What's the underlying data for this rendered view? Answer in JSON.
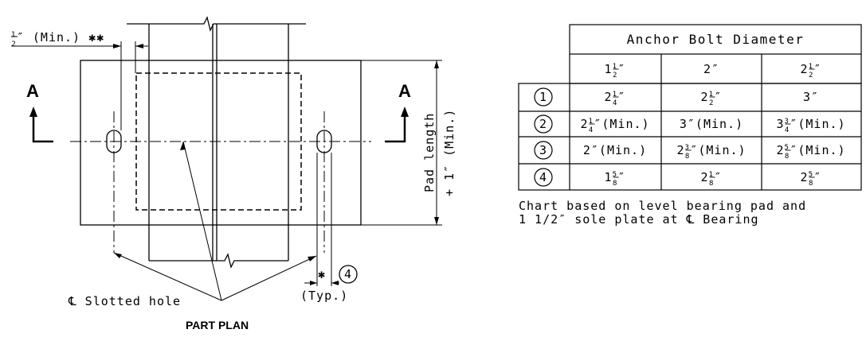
{
  "plan": {
    "title": "PART PLAN",
    "section_left": "A",
    "section_right": "A",
    "min_clearance": {
      "num": "1",
      "den": "2",
      "rest": "″ (Min.) ✱✱"
    },
    "pad_length_line1": "Pad length",
    "pad_length_line2": "+ 1″ (Min.)",
    "slotted_hole": "℄ Slotted hole",
    "typ": "(Typ.)",
    "callout_4": "4",
    "star": "✱"
  },
  "table": {
    "header": "Anchor Bolt Diameter",
    "columns": [
      {
        "whole": "1",
        "num": "1",
        "den": "2",
        "suffix": "″"
      },
      {
        "whole": "2",
        "num": "",
        "den": "",
        "suffix": "″"
      },
      {
        "whole": "2",
        "num": "1",
        "den": "2",
        "suffix": "″"
      }
    ],
    "rows": [
      {
        "id": "1",
        "cells": [
          {
            "whole": "2",
            "num": "1",
            "den": "4",
            "suffix": "″"
          },
          {
            "whole": "2",
            "num": "1",
            "den": "2",
            "suffix": "″"
          },
          {
            "whole": "3",
            "num": "",
            "den": "",
            "suffix": "″"
          }
        ]
      },
      {
        "id": "2",
        "cells": [
          {
            "whole": "2",
            "num": "1",
            "den": "4",
            "suffix": "″(Min.)"
          },
          {
            "whole": "3",
            "num": "",
            "den": "",
            "suffix": "″(Min.)"
          },
          {
            "whole": "3",
            "num": "3",
            "den": "4",
            "suffix": "″(Min.)"
          }
        ]
      },
      {
        "id": "3",
        "cells": [
          {
            "whole": "2",
            "num": "",
            "den": "",
            "suffix": "″(Min.)"
          },
          {
            "whole": "2",
            "num": "3",
            "den": "8",
            "suffix": "″(Min.)"
          },
          {
            "whole": "2",
            "num": "5",
            "den": "8",
            "suffix": "″(Min.)"
          }
        ]
      },
      {
        "id": "4",
        "cells": [
          {
            "whole": "1",
            "num": "5",
            "den": "8",
            "suffix": "″"
          },
          {
            "whole": "2",
            "num": "1",
            "den": "8",
            "suffix": "″"
          },
          {
            "whole": "2",
            "num": "5",
            "den": "8",
            "suffix": "″"
          }
        ]
      }
    ],
    "note_line1": "Chart based on level bearing pad and",
    "note_line2": "1 1/2″ sole plate at ℄ Bearing"
  }
}
